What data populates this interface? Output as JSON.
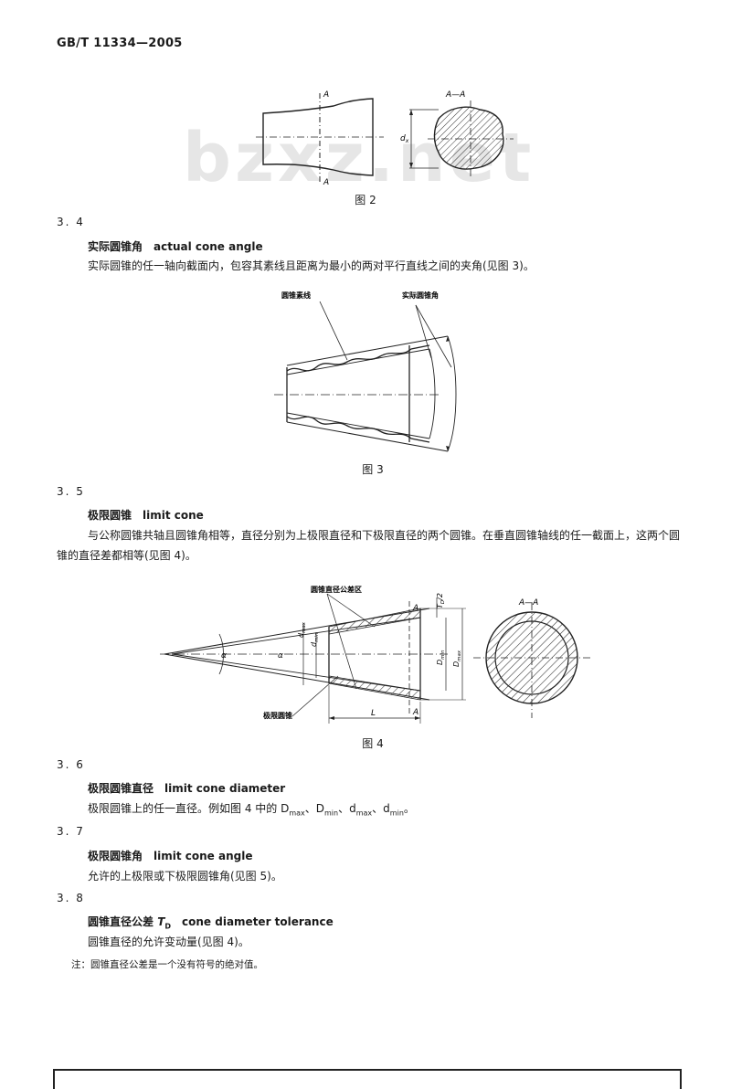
{
  "header": {
    "standard_id": "GB/T 11334—2005"
  },
  "watermark": "bzxz.net",
  "figure2": {
    "caption": "图 2",
    "section_label": "A",
    "section_title": "A—A",
    "dim_label": "d",
    "dim_sub": "x"
  },
  "s34": {
    "number": "3. 4",
    "term_zh": "实际圆锥角",
    "term_en": "actual cone angle",
    "definition": "实际圆锥的任一轴向截面内，包容其素线且距离为最小的两对平行直线之间的夹角(见图 3)。"
  },
  "figure3": {
    "caption": "图 3",
    "label_left": "圆锥素线",
    "label_right": "实际圆锥角"
  },
  "s35": {
    "number": "3. 5",
    "term_zh": "极限圆锥",
    "term_en": "limit cone",
    "definition": "与公称圆锥共轴且圆锥角相等，直径分别为上极限直径和下极限直径的两个圆锥。在垂直圆锥轴线的任一截面上，这两个圆锥的直径差都相等(见图 4)。"
  },
  "figure4": {
    "caption": "图 4",
    "label_zone": "圆锥直径公差区",
    "label_limit": "极限圆锥",
    "label_A": "A",
    "section_title": "A—A",
    "alpha": "α",
    "td": "T",
    "td_sub": "D",
    "td_den": "/2",
    "d_max": "d",
    "d_max_sub": "max",
    "d_min": "d",
    "d_min_sub": "min",
    "D_min": "D",
    "D_min_sub": "min",
    "D_max": "D",
    "D_max_sub": "max",
    "L": "L"
  },
  "s36": {
    "number": "3. 6",
    "term_zh": "极限圆锥直径",
    "term_en": "limit cone diameter",
    "definition": "极限圆锥上的任一直径。例如图 4 中的 D",
    "def_parts": [
      "max",
      "、D",
      "min",
      "、d",
      "max",
      "、d",
      "min",
      "。"
    ]
  },
  "s37": {
    "number": "3. 7",
    "term_zh": "极限圆锥角",
    "term_en": "limit cone angle",
    "definition": "允许的上极限或下极限圆锥角(见图 5)。"
  },
  "s38": {
    "number": "3. 8",
    "term_zh": "圆锥直径公差",
    "term_sym": "T",
    "term_sym_sub": "D",
    "term_en": "cone diameter tolerance",
    "definition": "圆锥直径的允许变动量(见图 4)。",
    "note": "注：圆锥直径公差是一个没有符号的绝对值。"
  }
}
